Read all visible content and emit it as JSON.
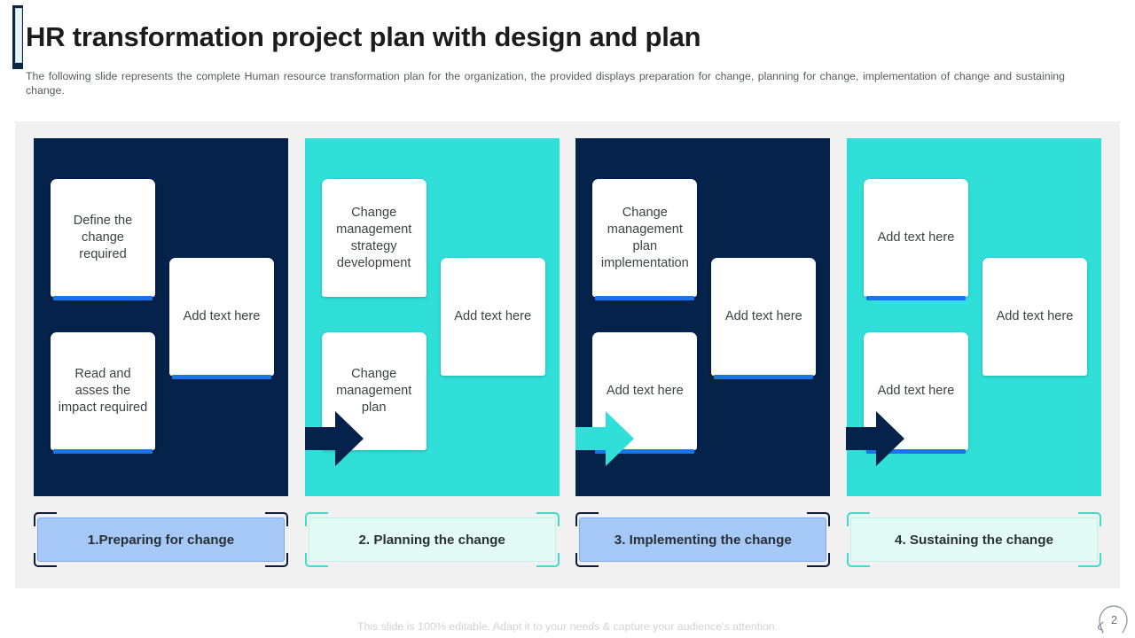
{
  "header": {
    "title": "HR transformation project plan with design and plan",
    "subtitle": "The following slide represents the complete Human resource transformation  plan for the organization, the provided  displays preparation  for change, planning for change, implementation of change and sustaining change."
  },
  "colors": {
    "navy": "#04224a",
    "teal": "#2fdfd8",
    "card_accent": "#1a73e8",
    "panel_bg": "#f1f1f1",
    "chip_navy_fill": "#a6c8f7",
    "chip_navy_border": "#0d1b3e",
    "chip_teal_fill": "#e3fbf5",
    "chip_teal_border": "#3fdccb",
    "title_color": "#1c1c1c",
    "subtitle_color": "#555b5e",
    "footer_color": "#d3d3d3"
  },
  "columns": [
    {
      "theme": "navy",
      "arrow_color": "#04224a",
      "cards": {
        "left_top": "Define the change required",
        "left_bottom": "Read and asses the impact required",
        "right_middle": "Add\ntext here"
      },
      "accent_bars": {
        "left_top": true,
        "left_bottom": true,
        "right_middle": true
      }
    },
    {
      "theme": "teal",
      "arrow_color": "#2fdfd8",
      "cards": {
        "left_top": "Change management strategy development",
        "left_bottom": "Change management plan",
        "right_middle": "Add\ntext here"
      },
      "accent_bars": {
        "left_top": false,
        "left_bottom": false,
        "right_middle": false
      }
    },
    {
      "theme": "navy",
      "arrow_color": "#04224a",
      "cards": {
        "left_top": "Change management plan implementation",
        "left_bottom": "Add\ntext here",
        "right_middle": "Add\ntext here"
      },
      "accent_bars": {
        "left_top": true,
        "left_bottom": true,
        "right_middle": true
      }
    },
    {
      "theme": "teal",
      "arrow_color": "#2fdfd8",
      "cards": {
        "left_top": "Add\ntext here",
        "left_bottom": "Add\ntext here",
        "right_middle": "Add\ntext here"
      },
      "accent_bars": {
        "left_top": true,
        "left_bottom": true,
        "right_middle": false
      }
    }
  ],
  "arrows": [
    {
      "name": "arrow-stage-1-to-2",
      "color": "#04224a"
    },
    {
      "name": "arrow-stage-2-to-3",
      "color": "#2fdfd8"
    },
    {
      "name": "arrow-stage-3-to-4",
      "color": "#04224a"
    }
  ],
  "chips": [
    {
      "label": "1.Preparing for change",
      "style": "navy"
    },
    {
      "label": "2. Planning the change",
      "style": "teal"
    },
    {
      "label": "3. Implementing the change",
      "style": "navy"
    },
    {
      "label": "4. Sustaining the change",
      "style": "teal"
    }
  ],
  "footer": {
    "note": "This slide is 100% editable. Adapt it to your needs & capture your audience's attention.",
    "page_number": "2",
    "badge_icon": "head-profile-icon"
  }
}
